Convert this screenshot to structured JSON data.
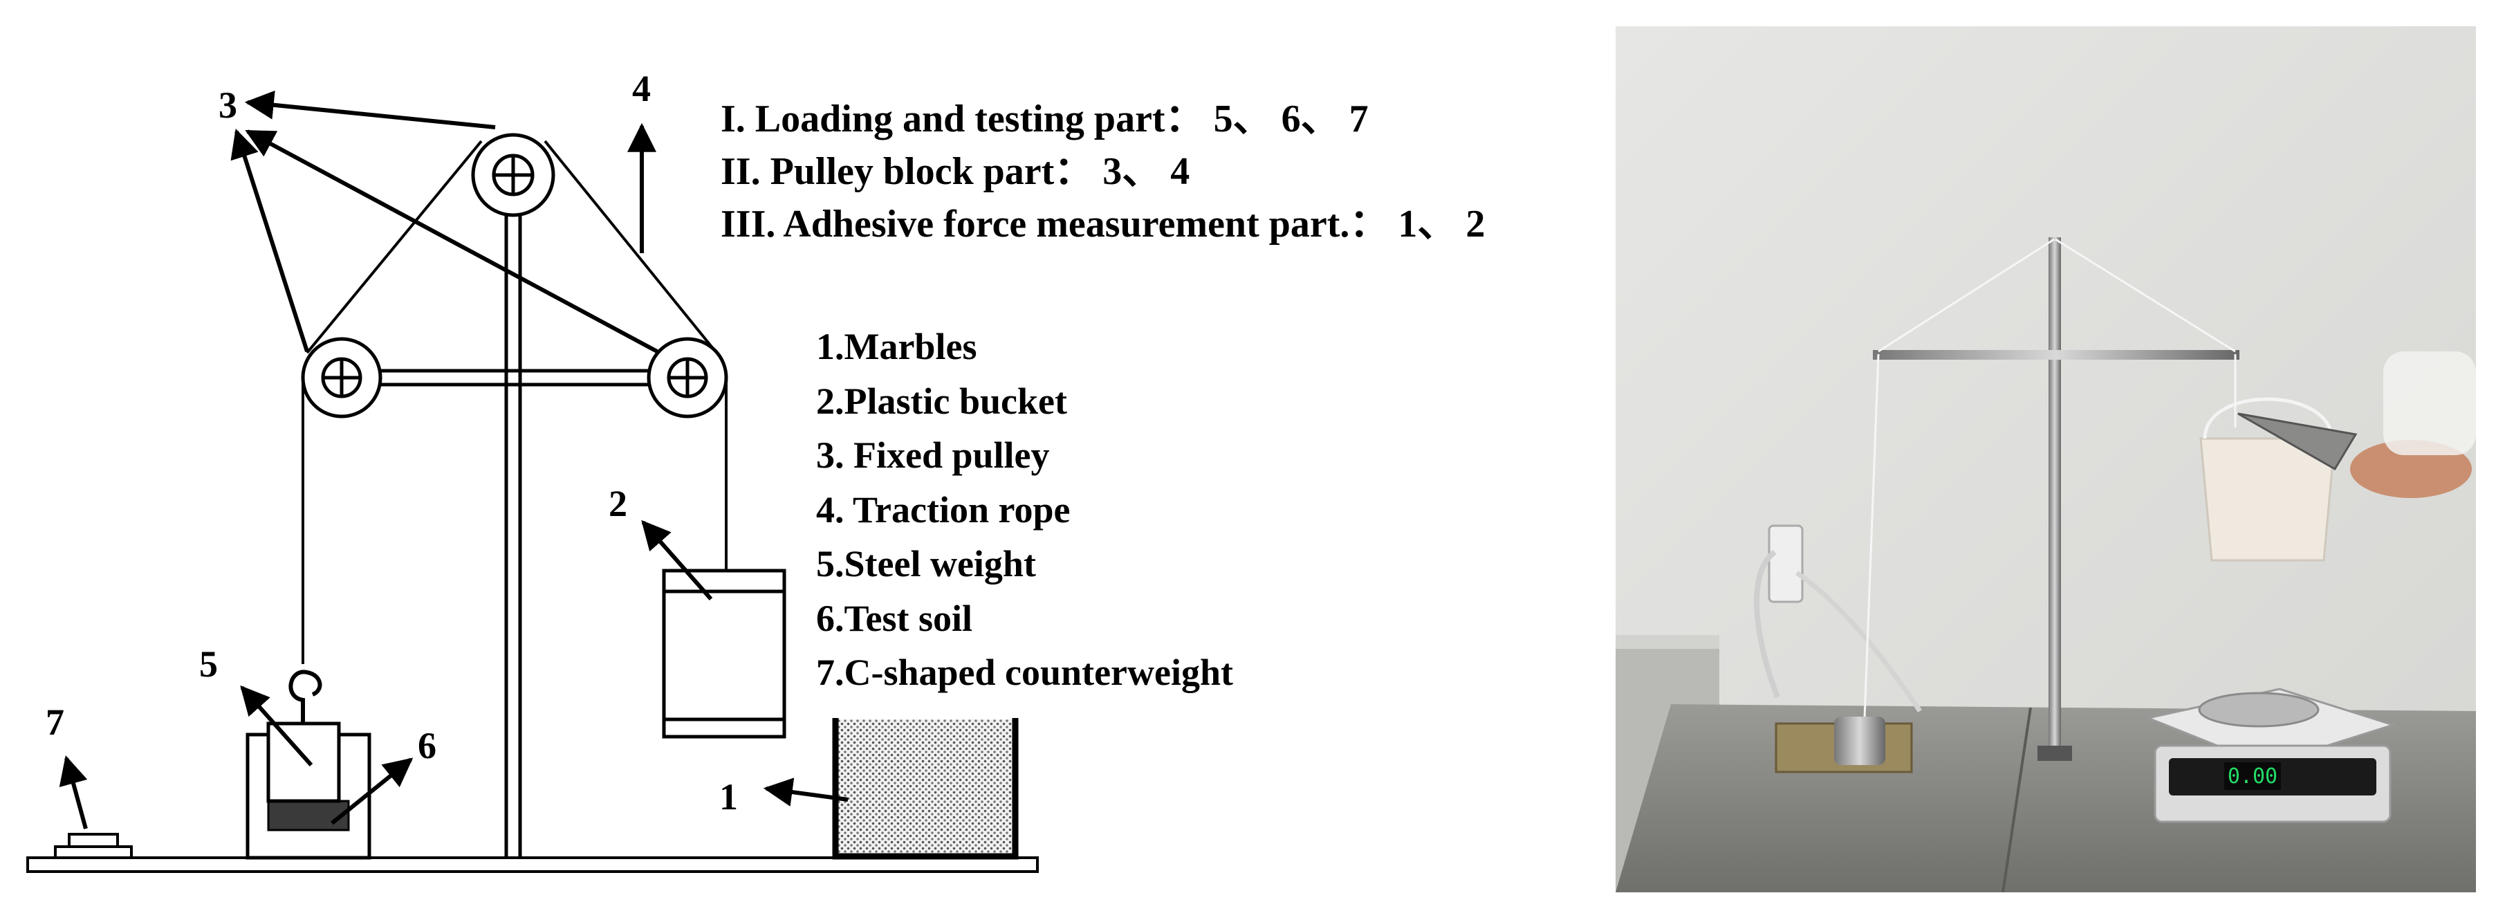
{
  "parts": [
    "I. Loading and testing part： 5、 6、 7",
    "II. Pulley block part： 3、 4",
    "III. Adhesive force measurement part.： 1、 2"
  ],
  "legend": [
    "1.Marbles",
    "2.Plastic bucket",
    "3. Fixed pulley",
    "4. Traction rope",
    "5.Steel weight",
    "6.Test soil",
    "7.C-shaped counterweight"
  ],
  "callouts": {
    "n1": "1",
    "n2": "2",
    "n3": "3",
    "n4": "4",
    "n5": "5",
    "n6": "6",
    "n7": "7"
  },
  "photo": {
    "scale_display": "0.00"
  },
  "colors": {
    "line": "#000000",
    "photo_wall": "#e4e4e2",
    "photo_table": "#8a8a86",
    "scale_display": "#22dd66"
  }
}
